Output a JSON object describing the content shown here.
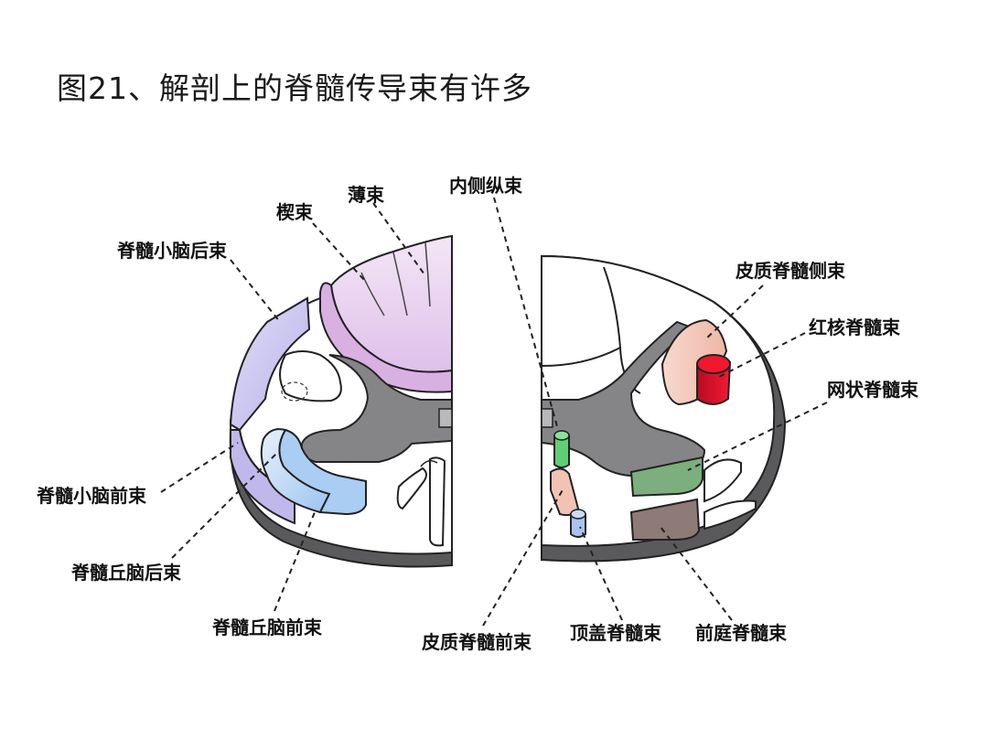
{
  "title": "图21、解剖上的脊髓传导束有许多",
  "labels": {
    "cuneate": "楔束",
    "gracile": "薄束",
    "mlf": "内侧纵束",
    "dorsal_spinocerebellar": "脊髓小脑后束",
    "ventral_spinocerebellar": "脊髓小脑前束",
    "lateral_spinothalamic": "脊髓丘脑后束",
    "anterior_spinothalamic": "脊髓丘脑前束",
    "lateral_corticospinal": "皮质脊髓侧束",
    "rubrospinal": "红核脊髓束",
    "reticulospinal": "网状脊髓束",
    "anterior_corticospinal": "皮质脊髓前束",
    "tectospinal": "顶盖脊髓束",
    "vestibulospinal": "前庭脊髓束"
  },
  "colors": {
    "gracile": "#e6c8ec",
    "cuneate": "#d9b4e3",
    "dorsal_spinocerebellar": "#c9c6ee",
    "ventral_spinocerebellar": "#c0b8ea",
    "spinothalamic_lateral": "#cfe0f7",
    "spinothalamic_anterior": "#a9ccf2",
    "gray_matter": "#858587",
    "lateral_corticospinal": "#f2c3b5",
    "rubrospinal": "#e0102a",
    "reticulospinal": "#7cae7e",
    "mlf": "#68d27e",
    "anterior_corticospinal": "#f2c3b5",
    "tectospinal": "#a8c4ee",
    "vestibulospinal": "#8e7a76"
  }
}
